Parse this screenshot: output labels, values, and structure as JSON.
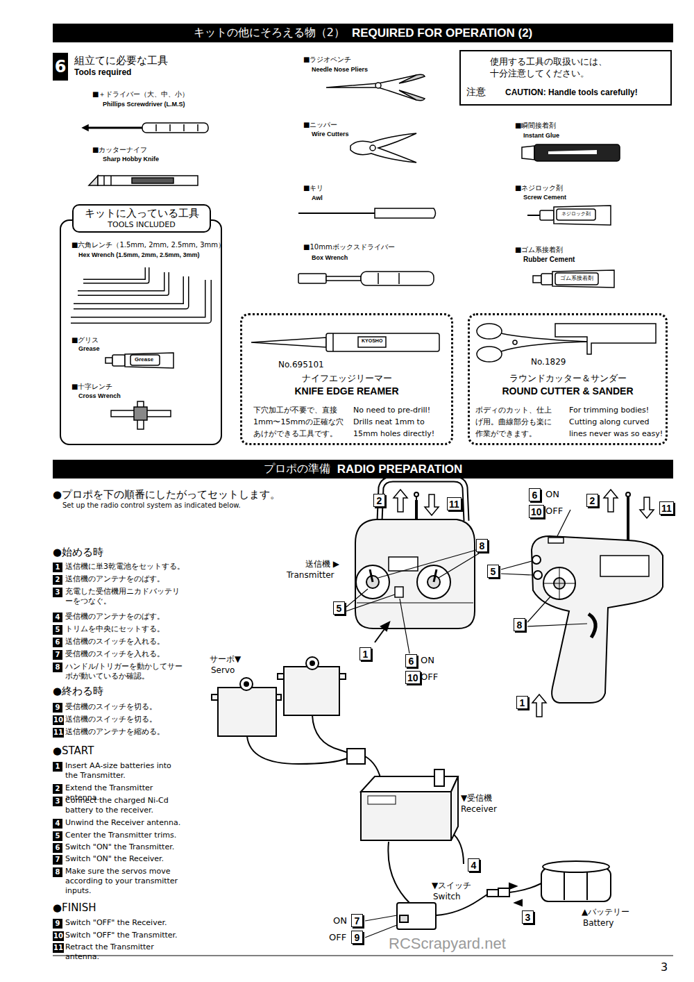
{
  "diagram": {
    "nodes": [
      {
        "text": [
          "キットの他にそろえる物（2）",
          "REQUIRED FOR OPERATION (2)"
        ]
      },
      {
        "text": [
          "6"
        ]
      },
      {
        "text": [
          "使用する工具の取扱いには、十分注意してください。",
          "CAUTION: Handle tools carefully!",
          "注意"
        ]
      },
      {
        "text": [
          "キットに入っている工具",
          "TOOLS INCLUDED"
        ]
      },
      {
        "text": [
          "No.695101",
          "ナイフエッジリーマー",
          "KNIFE EDGE REAMER",
          "下穴加工が不要で、直接1mm〜15mmの正確な穴あけができる工具です。",
          "No need to pre-drill! Drills neat 1mm to 15mm holes directly!"
        ]
      },
      {
        "text": [
          "No.1829",
          "ラウンドカッター＆サンダー",
          "ROUND CUTTER & SANDER",
          "ボディのカット、仕上げ用。曲線部分も楽に作業ができます。",
          "For trimming bodies! Cutting along curved lines never was so easy!"
        ]
      },
      {
        "text": [
          "プロポの準備",
          "RADIO PREPARATION"
        ]
      }
    ],
    "labels": [
      "組立てに必要な工具",
      "Tools required",
      "■＋ドライバー（大、中、小）",
      "Phillips Screwdriver (L.M.S)",
      "■カッターナイフ",
      "Sharp Hobby Knife",
      "■六角レンチ（1.5mm, 2mm, 2.5mm, 3mm）",
      "Hex Wrench (1.5mm, 2mm, 2.5mm, 3mm)",
      "■グリス",
      "Grease",
      "Grease",
      "■十字レンチ",
      "Cross Wrench",
      "■ラジオペンチ",
      "Needle Nose Pliers",
      "■ニッパー",
      "Wire Cutters",
      "■キリ",
      "Awl",
      "■10mmボックスドライバー",
      "Box Wrench",
      "■瞬間接着剤",
      "Instant Glue",
      "■ネジロック剤",
      "Screw Cement",
      "ネジロック剤",
      "■ゴム系接着剤",
      "Rubber Cement",
      "ゴム系接着剤",
      "KYOSHO",
      "3",
      "RCScrapyard.net",
      "●プロポを下の順番にしたがってセットします。",
      "Set up the radio control system as indicated below.",
      "●始める時",
      "1",
      "送信機に単3乾電池をセットする。",
      "2",
      "送信機のアンテナをのばす。",
      "3",
      "充電した受信機用ニカドバッテリーをつなぐ。",
      "4",
      "受信機のアンテナをのばす。",
      "5",
      "トリムを中央にセットする。",
      "6",
      "送信機のスイッチを入れる。",
      "7",
      "受信機のスイッチを入れる。",
      "8",
      "ハンドル/トリガーを動かしてサーボが動いているか確認。",
      "●終わる時",
      "9",
      "受信機のスイッチを切る。",
      "10",
      "送信機のスイッチを切る。",
      "11",
      "送信機のアンテナを縮める。",
      "●START",
      "1",
      "Insert AA-size batteries into the Transmitter.",
      "2",
      "Extend the Transmitter antenna.",
      "3",
      "Connect the charged Ni-Cd battery to the receiver.",
      "4",
      "Unwind the Receiver antenna.",
      "5",
      "Center the Transmitter trims.",
      "6",
      "Switch \"ON\" the Transmitter.",
      "7",
      "Switch \"ON\" the Receiver.",
      "8",
      "Make sure the servos move according to your transmitter inputs.",
      "●FINISH",
      "9",
      "Switch \"OFF\" the Receiver.",
      "10",
      "Switch \"OFF\" the Transmitter.",
      "11",
      "Retract the Transmitter antenna.",
      "2",
      "11",
      "送信機 ▶",
      "Transmitter",
      "8",
      "5",
      "1",
      "6",
      "ON",
      "10",
      "OFF",
      "サーボ▼",
      "Servo",
      "▼受信機",
      "Receiver",
      "4",
      "▼スイッチ",
      "Switch",
      "3",
      "▲バッテリー",
      "Battery",
      "ON",
      "7",
      "OFF",
      "9",
      "6",
      "ON",
      "10",
      "OFF",
      "2",
      "11",
      "5",
      "8",
      "1"
    ]
  }
}
